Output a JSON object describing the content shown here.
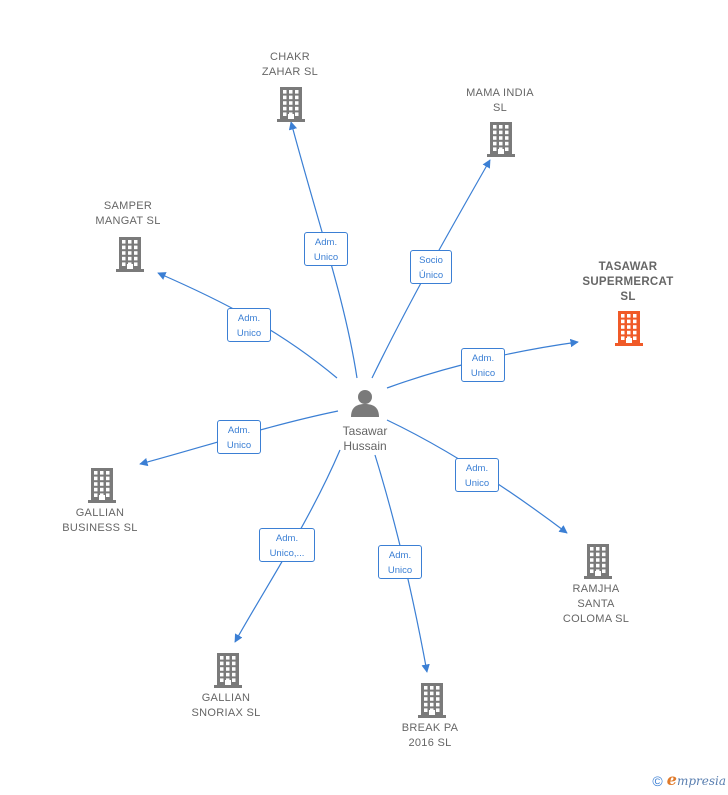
{
  "center": {
    "label": "Tasawar\nHussain"
  },
  "companies": [
    {
      "id": "chakr",
      "label": "CHAKR\nZAHAR  SL",
      "highlight": false
    },
    {
      "id": "mama",
      "label": "MAMA INDIA\nSL",
      "highlight": false
    },
    {
      "id": "samper",
      "label": "SAMPER\nMANGAT  SL",
      "highlight": false
    },
    {
      "id": "tasawar",
      "label": "TASAWAR\nSUPERMERCAT\nSL",
      "highlight": true
    },
    {
      "id": "gallian_business",
      "label": "GALLIAN\nBUSINESS  SL",
      "highlight": false
    },
    {
      "id": "ramjha",
      "label": "RAMJHA\nSANTA\nCOLOMA  SL",
      "highlight": false
    },
    {
      "id": "gallian_snoriax",
      "label": "GALLIAN\nSNORIAX SL",
      "highlight": false
    },
    {
      "id": "break",
      "label": "BREAK PA\n2016  SL",
      "highlight": false
    }
  ],
  "edges": [
    {
      "to": "chakr",
      "label": "Adm.\nUnico"
    },
    {
      "to": "mama",
      "label": "Socio\nÚnico"
    },
    {
      "to": "samper",
      "label": "Adm.\nUnico"
    },
    {
      "to": "tasawar",
      "label": "Adm.\nUnico"
    },
    {
      "to": "gallian_business",
      "label": "Adm.\nUnico"
    },
    {
      "to": "ramjha",
      "label": "Adm.\nUnico"
    },
    {
      "to": "gallian_snoriax",
      "label": "Adm.\nUnico,..."
    },
    {
      "to": "break",
      "label": "Adm.\nUnico"
    }
  ],
  "colors": {
    "edge": "#3b7fd4",
    "building": "#7a7a7a",
    "highlight": "#f05a28",
    "person": "#7a7a7a"
  },
  "footer": {
    "copyright": "©",
    "brand_initial": "e",
    "brand_rest": "mpresia"
  }
}
